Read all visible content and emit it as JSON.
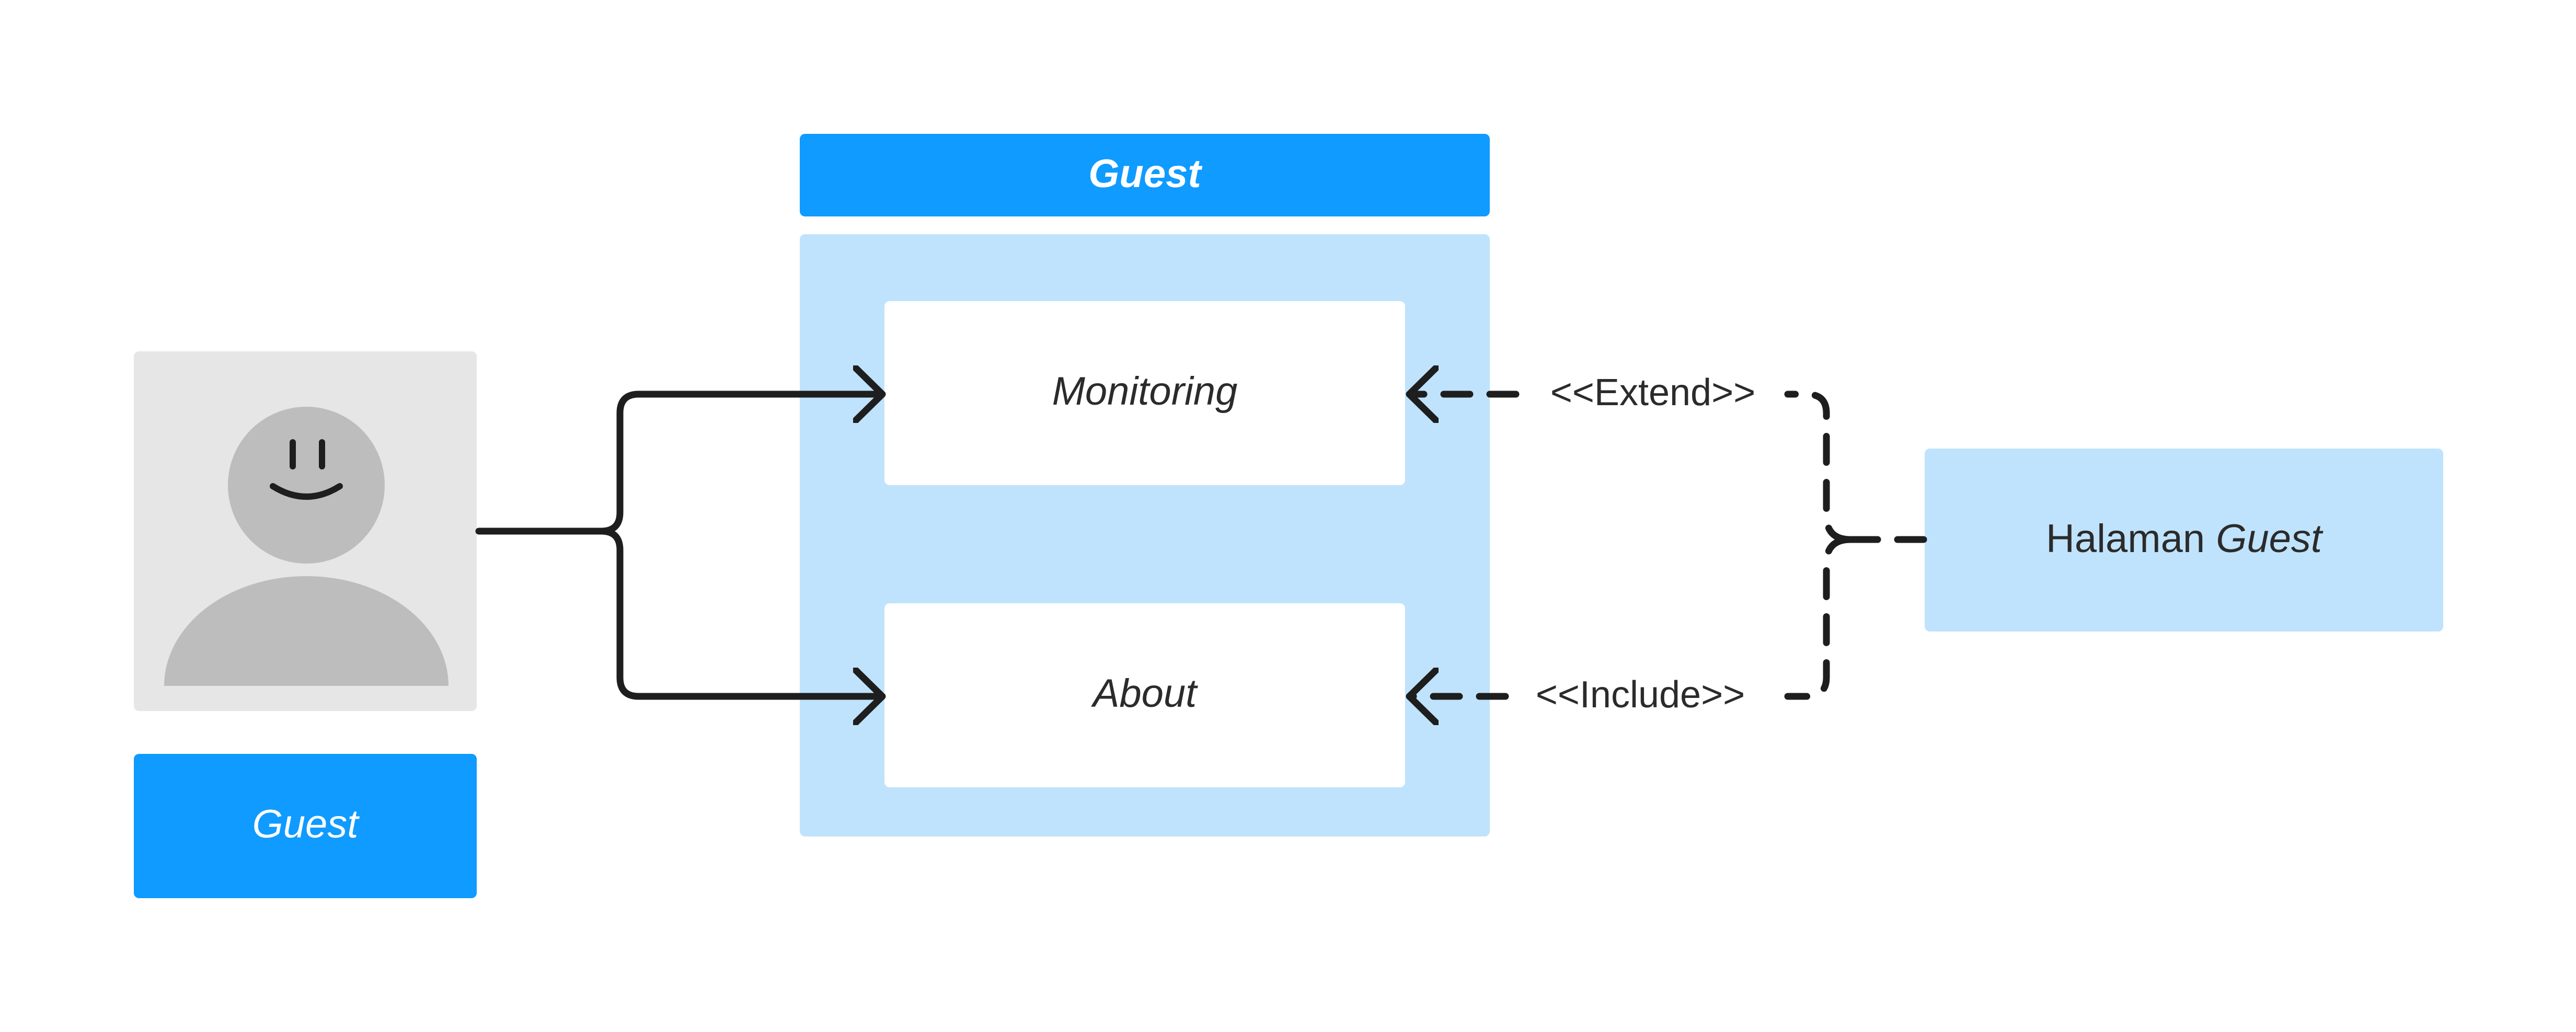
{
  "actor": {
    "label": "Guest"
  },
  "system": {
    "title": "Guest",
    "use_cases": [
      {
        "label": "Monitoring"
      },
      {
        "label": "About"
      }
    ]
  },
  "relations": {
    "extend_label": "<<Extend>>",
    "include_label": "<<Include>>"
  },
  "page_box": {
    "label_normal": "Halaman ",
    "label_italic": "Guest"
  },
  "colors": {
    "header_blue": "#0f9bff",
    "panel_blue": "#bfe3fc",
    "actor_bg": "#e6e6e6",
    "actor_figure": "#bdbdbd",
    "line": "#1e1e1e",
    "text": "#2b2b2b"
  }
}
